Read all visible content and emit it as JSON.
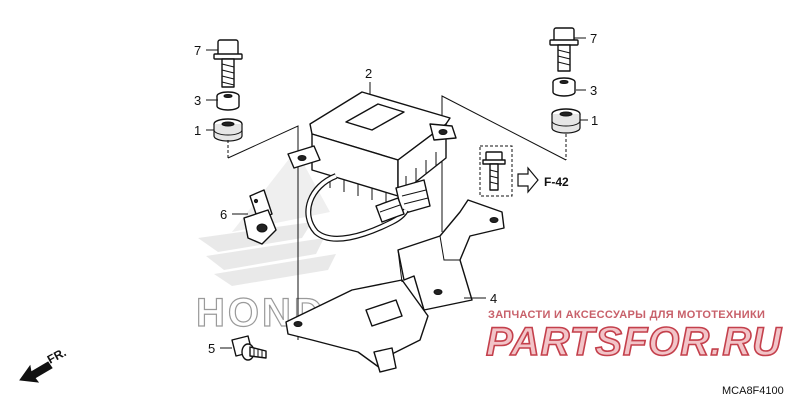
{
  "diagram": {
    "callouts": [
      {
        "id": "7a",
        "label": "7"
      },
      {
        "id": "3a",
        "label": "3"
      },
      {
        "id": "1a",
        "label": "1"
      },
      {
        "id": "2",
        "label": "2"
      },
      {
        "id": "7b",
        "label": "7"
      },
      {
        "id": "3b",
        "label": "3"
      },
      {
        "id": "1b",
        "label": "1"
      },
      {
        "id": "6",
        "label": "6"
      },
      {
        "id": "4",
        "label": "4"
      },
      {
        "id": "5",
        "label": "5"
      }
    ],
    "reference": "F-42",
    "direction_label": "FR.",
    "diagram_code": "MCA8F4100"
  },
  "watermark": {
    "tagline": "ЗАПЧАСТИ И АКСЕССУАРЫ ДЛЯ МОТОТЕХНИКИ",
    "site": "PARTSFOR.RU",
    "brand": "HONDA"
  }
}
